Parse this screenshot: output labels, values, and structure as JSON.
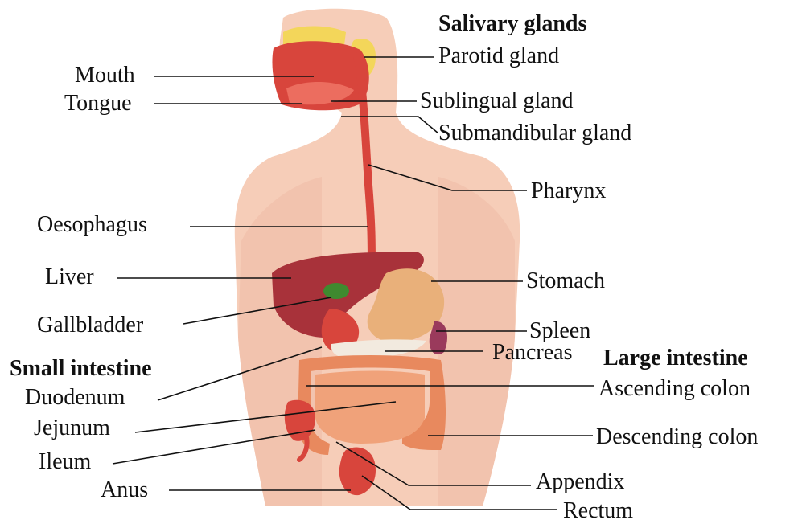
{
  "headings": {
    "salivary_glands": "Salivary glands",
    "small_intestine": "Small intestine",
    "large_intestine": "Large intestine"
  },
  "labels": {
    "mouth": "Mouth",
    "tongue": "Tongue",
    "parotid_gland": "Parotid gland",
    "sublingual_gland": "Sublingual gland",
    "submandibular_gland": "Submandibular gland",
    "pharynx": "Pharynx",
    "oesophagus": "Oesophagus",
    "liver": "Liver",
    "stomach": "Stomach",
    "gallbladder": "Gallbladder",
    "spleen": "Spleen",
    "pancreas": "Pancreas",
    "duodenum": "Duodenum",
    "ascending_colon": "Ascending colon",
    "jejunum": "Jejunum",
    "descending_colon": "Descending colon",
    "ileum": "Ileum",
    "appendix": "Appendix",
    "anus": "Anus",
    "rectum": "Rectum"
  },
  "colors": {
    "skin": "#f6cdb8",
    "skin_shadow": "#eab39b",
    "organ_red": "#d8453c",
    "liver": "#a8323a",
    "stomach": "#e9b07a",
    "intestine": "#f0a27a",
    "colon": "#e8895e",
    "gallbladder": "#3f8a2f",
    "salivary": "#f3d65a",
    "pancreas": "#f2eadf",
    "spleen": "#9a3a5c",
    "leader_line": "#111111"
  }
}
